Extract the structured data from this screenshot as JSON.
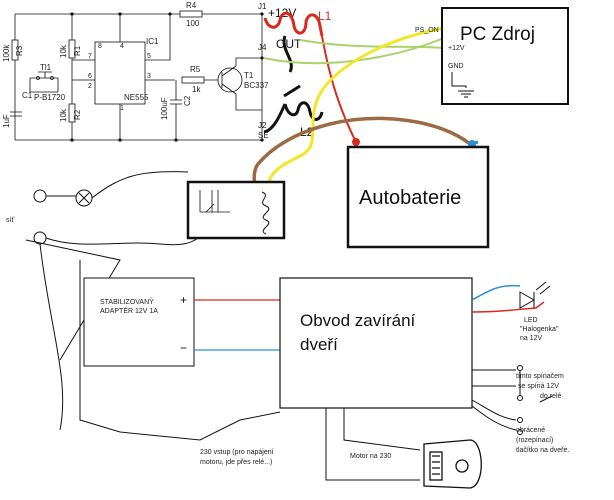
{
  "schematic": {
    "r4": "R4",
    "r4_val": "100",
    "r3": "R3",
    "r3_val": "100k",
    "r1": "R1",
    "r1_val": "10k",
    "r2": "R2",
    "r2_val": "10k",
    "tl1": "Tl1",
    "tl1_part": "P-B1720",
    "c1": "C1",
    "c1_val": "1uF",
    "ic1": "IC1",
    "ic1_part": "NE555",
    "r5": "R5",
    "r5_val": "1k",
    "c2": "C2",
    "c2_val": "100uF",
    "t1": "T1",
    "t1_part": "BC337",
    "j1": "J1",
    "j1_label": "+12V",
    "j4": "J4",
    "j4_label": "OUT",
    "j2": "J2",
    "j2_label": "SE",
    "pin8": "8",
    "pin4": "4",
    "pin7": "7",
    "pin6": "6",
    "pin2": "2",
    "pin5": "5",
    "pin1": "1",
    "pin3": "3"
  },
  "coil_labels": {
    "l1": "L1",
    "l2": "L2"
  },
  "pc_power": {
    "title": "PC Zdroj",
    "pin_ps_on": "PS_ON",
    "pin_12v": "+12V",
    "pin_gnd": "GND"
  },
  "battery": {
    "label": "Autobaterie"
  },
  "mains": {
    "label": "síť"
  },
  "adapter": {
    "line1": "STABILIZOVANÝ",
    "line2": "ADAPTÉR 12V 1A",
    "plus": "+",
    "minus": "−"
  },
  "door_circuit": {
    "line1": "Obvod zavírání",
    "line2": "dveří"
  },
  "annotations": {
    "led_line1": "LED",
    "led_line2": "\"Halogenka\"",
    "led_line3": "na 12V",
    "switch_line1": "tímto spínačem",
    "switch_line2": "se spíná 12V",
    "switch_line3": "do relé",
    "button_line1": "obrácené",
    "button_line2": "(rozepínací)",
    "button_line3": "tlačítko na dveře.",
    "input_line1": "230 vstup (pro napájení",
    "input_line2": "motoru, jde přes relé...)",
    "motor": "Motor na 230"
  },
  "colors": {
    "wire_red": "#d9291c",
    "wire_yellow": "#f2e62a",
    "wire_green": "#a8d36a",
    "wire_brown": "#9c6a45",
    "wire_blue": "#2b8fd6",
    "wire_black": "#111111"
  }
}
